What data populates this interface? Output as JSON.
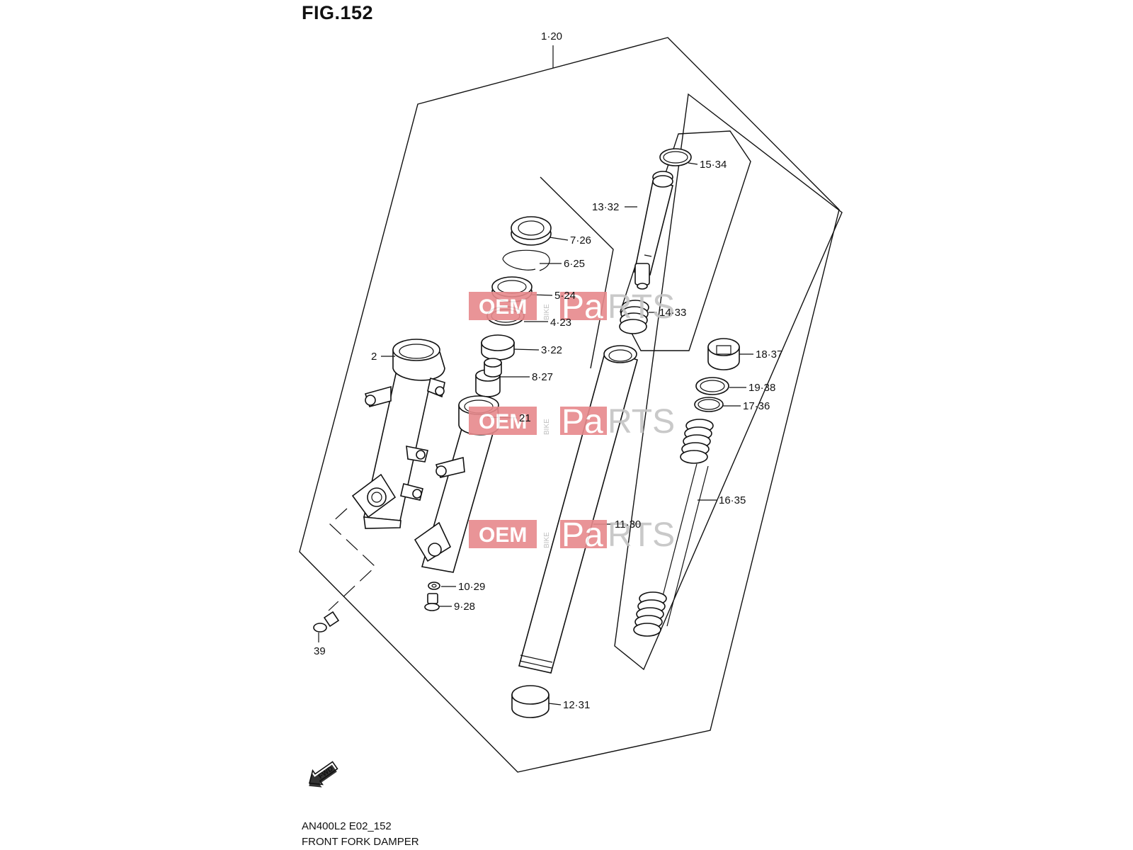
{
  "figure": {
    "title": "FIG.152",
    "code": "AN400L2 E02_152",
    "name": "FRONT FORK DAMPER"
  },
  "watermark": {
    "oem": "OEM",
    "bike": "BIKE",
    "parts_a": "Pa",
    "parts_b": "RTS",
    "colors": {
      "red": "#e7898c",
      "grey": "#c4c4c4"
    }
  },
  "icons": {
    "fwd": "fwd-arrow-icon"
  },
  "fwd_label": "FWD",
  "callouts": [
    "1·20",
    "15·34",
    "13·32",
    "7·26",
    "6·25",
    "5·24",
    "14·33",
    "4·23",
    "3·22",
    "18·37",
    "2",
    "8·27",
    "19·38",
    "17·36",
    "21",
    "16·35",
    "11·30",
    "10·29",
    "9·28",
    "39",
    "12·31"
  ]
}
